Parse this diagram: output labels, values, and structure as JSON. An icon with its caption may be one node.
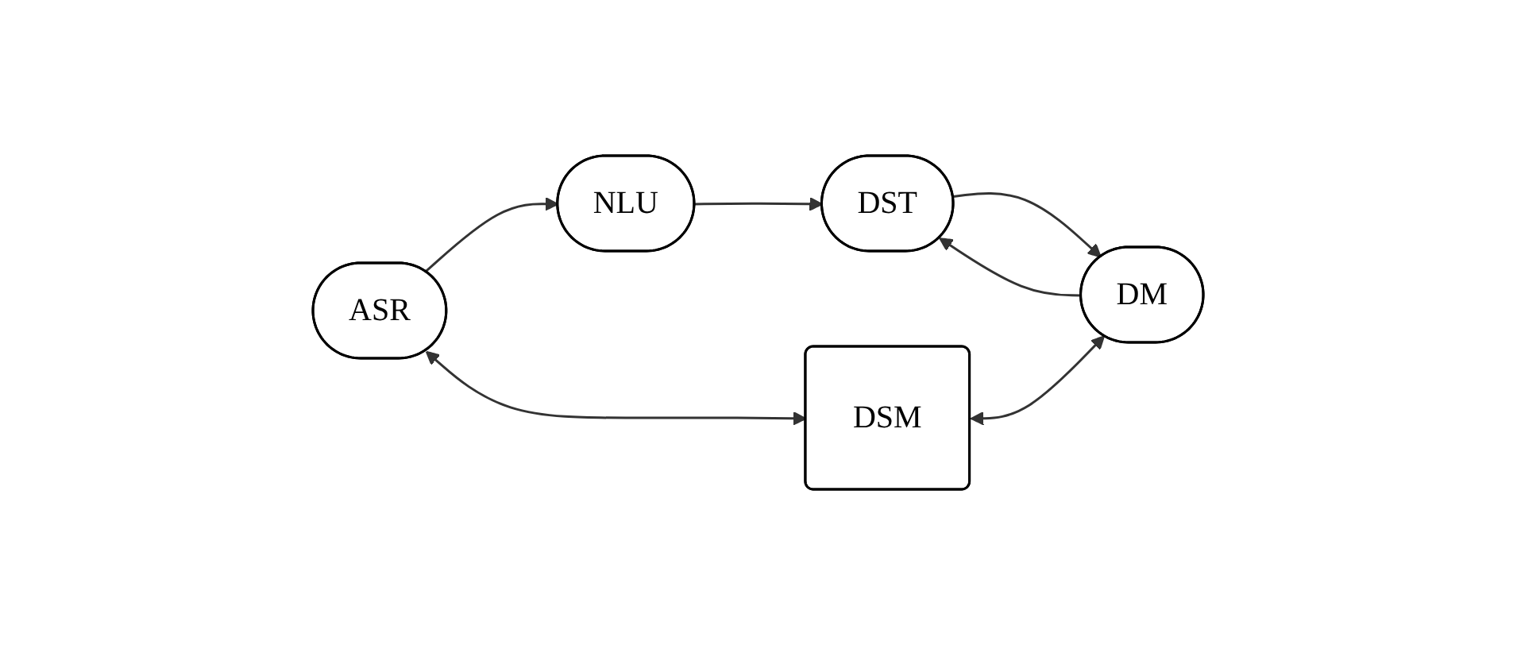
{
  "diagram": {
    "nodes": [
      {
        "text": [
          "ASR"
        ]
      },
      {
        "text": [
          "NLU"
        ]
      },
      {
        "text": [
          "DST"
        ]
      },
      {
        "text": [
          "DSM"
        ]
      },
      {
        "text": [
          "DM"
        ]
      }
    ],
    "edges": [
      {
        "from": 0,
        "to": 1,
        "arrow": "to"
      },
      {
        "from": 1,
        "to": 2,
        "arrow": "to"
      },
      {
        "from": 2,
        "to": 4,
        "arrow": "to"
      },
      {
        "from": 4,
        "to": 2,
        "arrow": "to"
      },
      {
        "from": 0,
        "to": 3,
        "arrow": "both"
      },
      {
        "from": 3,
        "to": 4,
        "arrow": "both"
      }
    ]
  }
}
